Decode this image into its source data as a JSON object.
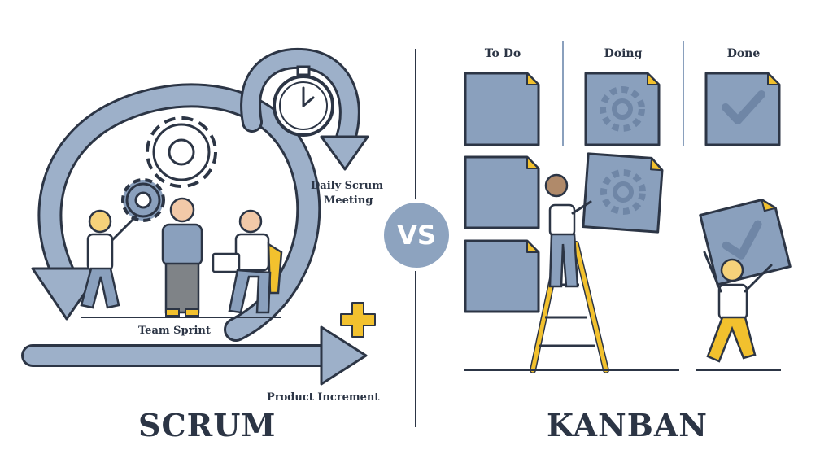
{
  "scrum": {
    "title": "SCRUM",
    "daily_meeting_line1": "Daily Scrum",
    "daily_meeting_line2": "Meeting",
    "team_sprint": "Team Sprint",
    "product_increment": "Product Increment"
  },
  "versus": "VS",
  "kanban": {
    "title": "KANBAN",
    "columns": [
      "To Do",
      "Doing",
      "Done"
    ]
  },
  "colors": {
    "ink": "#2c3545",
    "card_blue": "#8aa0bd",
    "arrow_blue": "#9db0c9",
    "accent_yellow": "#f2c12e",
    "vs_circle": "#8da3bf"
  }
}
